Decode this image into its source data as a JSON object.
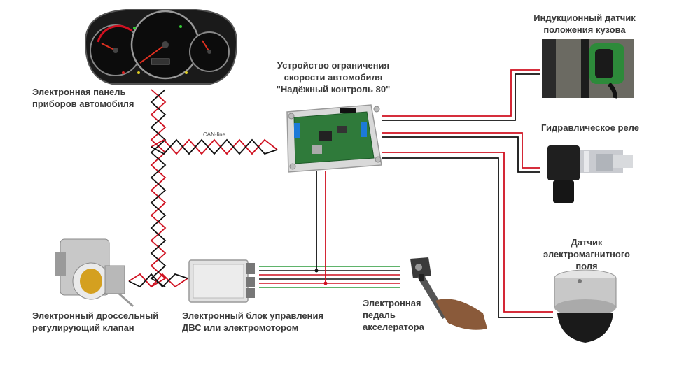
{
  "labels": {
    "dashboard": "Электронная панель\nприборов автомобиля",
    "limiter": "Устройство ограничения\nскорости автомобиля\n\"Надёжный контроль 80\"",
    "inductive_sensor": "Индукционный датчик\nположения кузова",
    "hydraulic_relay": "Гидравлическое реле",
    "em_sensor": "Датчик\nэлектромагнитного\nполя",
    "throttle": "Электронный дроссельный\nрегулирующий клапан",
    "ecu": "Электронный блок управления\nДВС или электромотором",
    "pedal": "Электронная\nпедаль\nакселератора",
    "can_line": "CAN-line"
  },
  "colors": {
    "wire_red": "#d01020",
    "wire_black": "#111111",
    "wire_green": "#2a9a3a",
    "pcb_green": "#2f7a3a",
    "label_text": "#3a3a3a"
  }
}
